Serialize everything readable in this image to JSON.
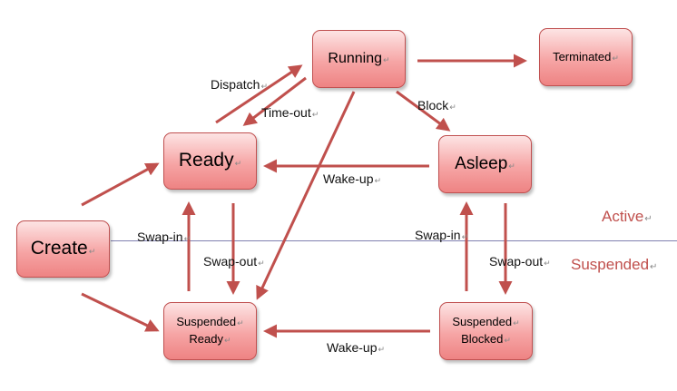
{
  "nodes": {
    "create": "Create",
    "ready": "Ready",
    "running": "Running",
    "terminated": "Terminated",
    "asleep": "Asleep",
    "suspended_ready": [
      "Suspended",
      "Ready"
    ],
    "suspended_blocked": [
      "Suspended",
      "Blocked"
    ]
  },
  "edges": {
    "dispatch": "Dispatch",
    "time_out": "Time-out",
    "block": "Block",
    "wake_up_active": "Wake-up",
    "swap_in_left": "Swap-in",
    "swap_out_left": "Swap-out",
    "swap_in_right": "Swap-in",
    "swap_out_right": "Swap-out",
    "wake_up_suspended": "Wake-up"
  },
  "zones": {
    "active": "Active",
    "suspended": "Suspended"
  },
  "colors": {
    "arrow": "#c0504d",
    "zone_label": "#c0504d",
    "separator": "#8080b0"
  }
}
